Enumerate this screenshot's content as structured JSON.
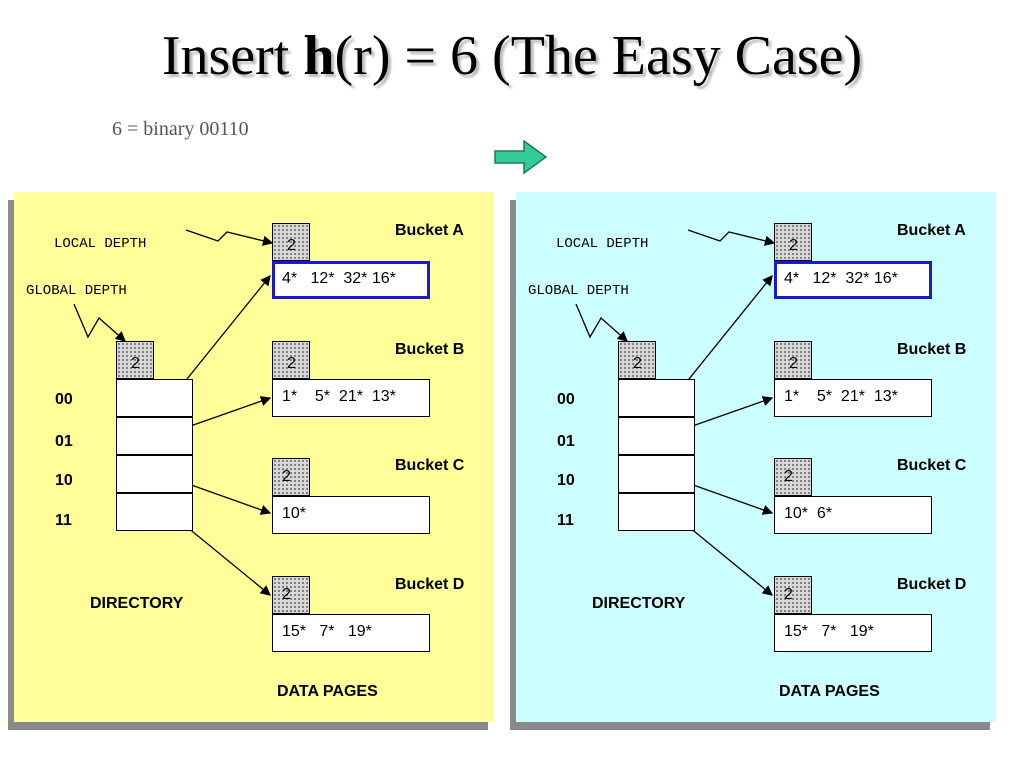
{
  "slide": {
    "title_prefix": "Insert ",
    "title_bold": "h",
    "title_suffix": "(r) = 6 (The Easy Case)",
    "subtitle": "6 = binary 00110"
  },
  "colors": {
    "left_panel": "#ffff99",
    "right_panel": "#ccffff",
    "highlight": "#1a1ad0",
    "arrow": "#33cc99"
  },
  "icons": {
    "transition": "right-arrow-icon"
  },
  "panels": [
    {
      "local_depth_label": "LOCAL DEPTH",
      "global_depth_label": "GLOBAL DEPTH",
      "global_depth": "2",
      "directory_keys": [
        "00",
        "01",
        "10",
        "11"
      ],
      "directory_label": "DIRECTORY",
      "data_pages_label": "DATA PAGES",
      "buckets": [
        {
          "name": "Bucket A",
          "local_depth": "2",
          "entries": "4*   12*  32* 16*"
        },
        {
          "name": "Bucket B",
          "local_depth": "2",
          "entries": "1*    5*  21*  13*"
        },
        {
          "name": "Bucket C",
          "local_depth": "2",
          "entries": "10*"
        },
        {
          "name": "Bucket D",
          "local_depth": "2",
          "entries": "15*   7*   19*"
        }
      ]
    },
    {
      "local_depth_label": "LOCAL DEPTH",
      "global_depth_label": "GLOBAL DEPTH",
      "global_depth": "2",
      "directory_keys": [
        "00",
        "01",
        "10",
        "11"
      ],
      "directory_label": "DIRECTORY",
      "data_pages_label": "DATA PAGES",
      "buckets": [
        {
          "name": "Bucket A",
          "local_depth": "2",
          "entries": "4*   12*  32* 16*"
        },
        {
          "name": "Bucket B",
          "local_depth": "2",
          "entries": "1*    5*  21*  13*"
        },
        {
          "name": "Bucket C",
          "local_depth": "2",
          "entries": "10*  6*"
        },
        {
          "name": "Bucket D",
          "local_depth": "2",
          "entries": "15*   7*   19*"
        }
      ]
    }
  ]
}
